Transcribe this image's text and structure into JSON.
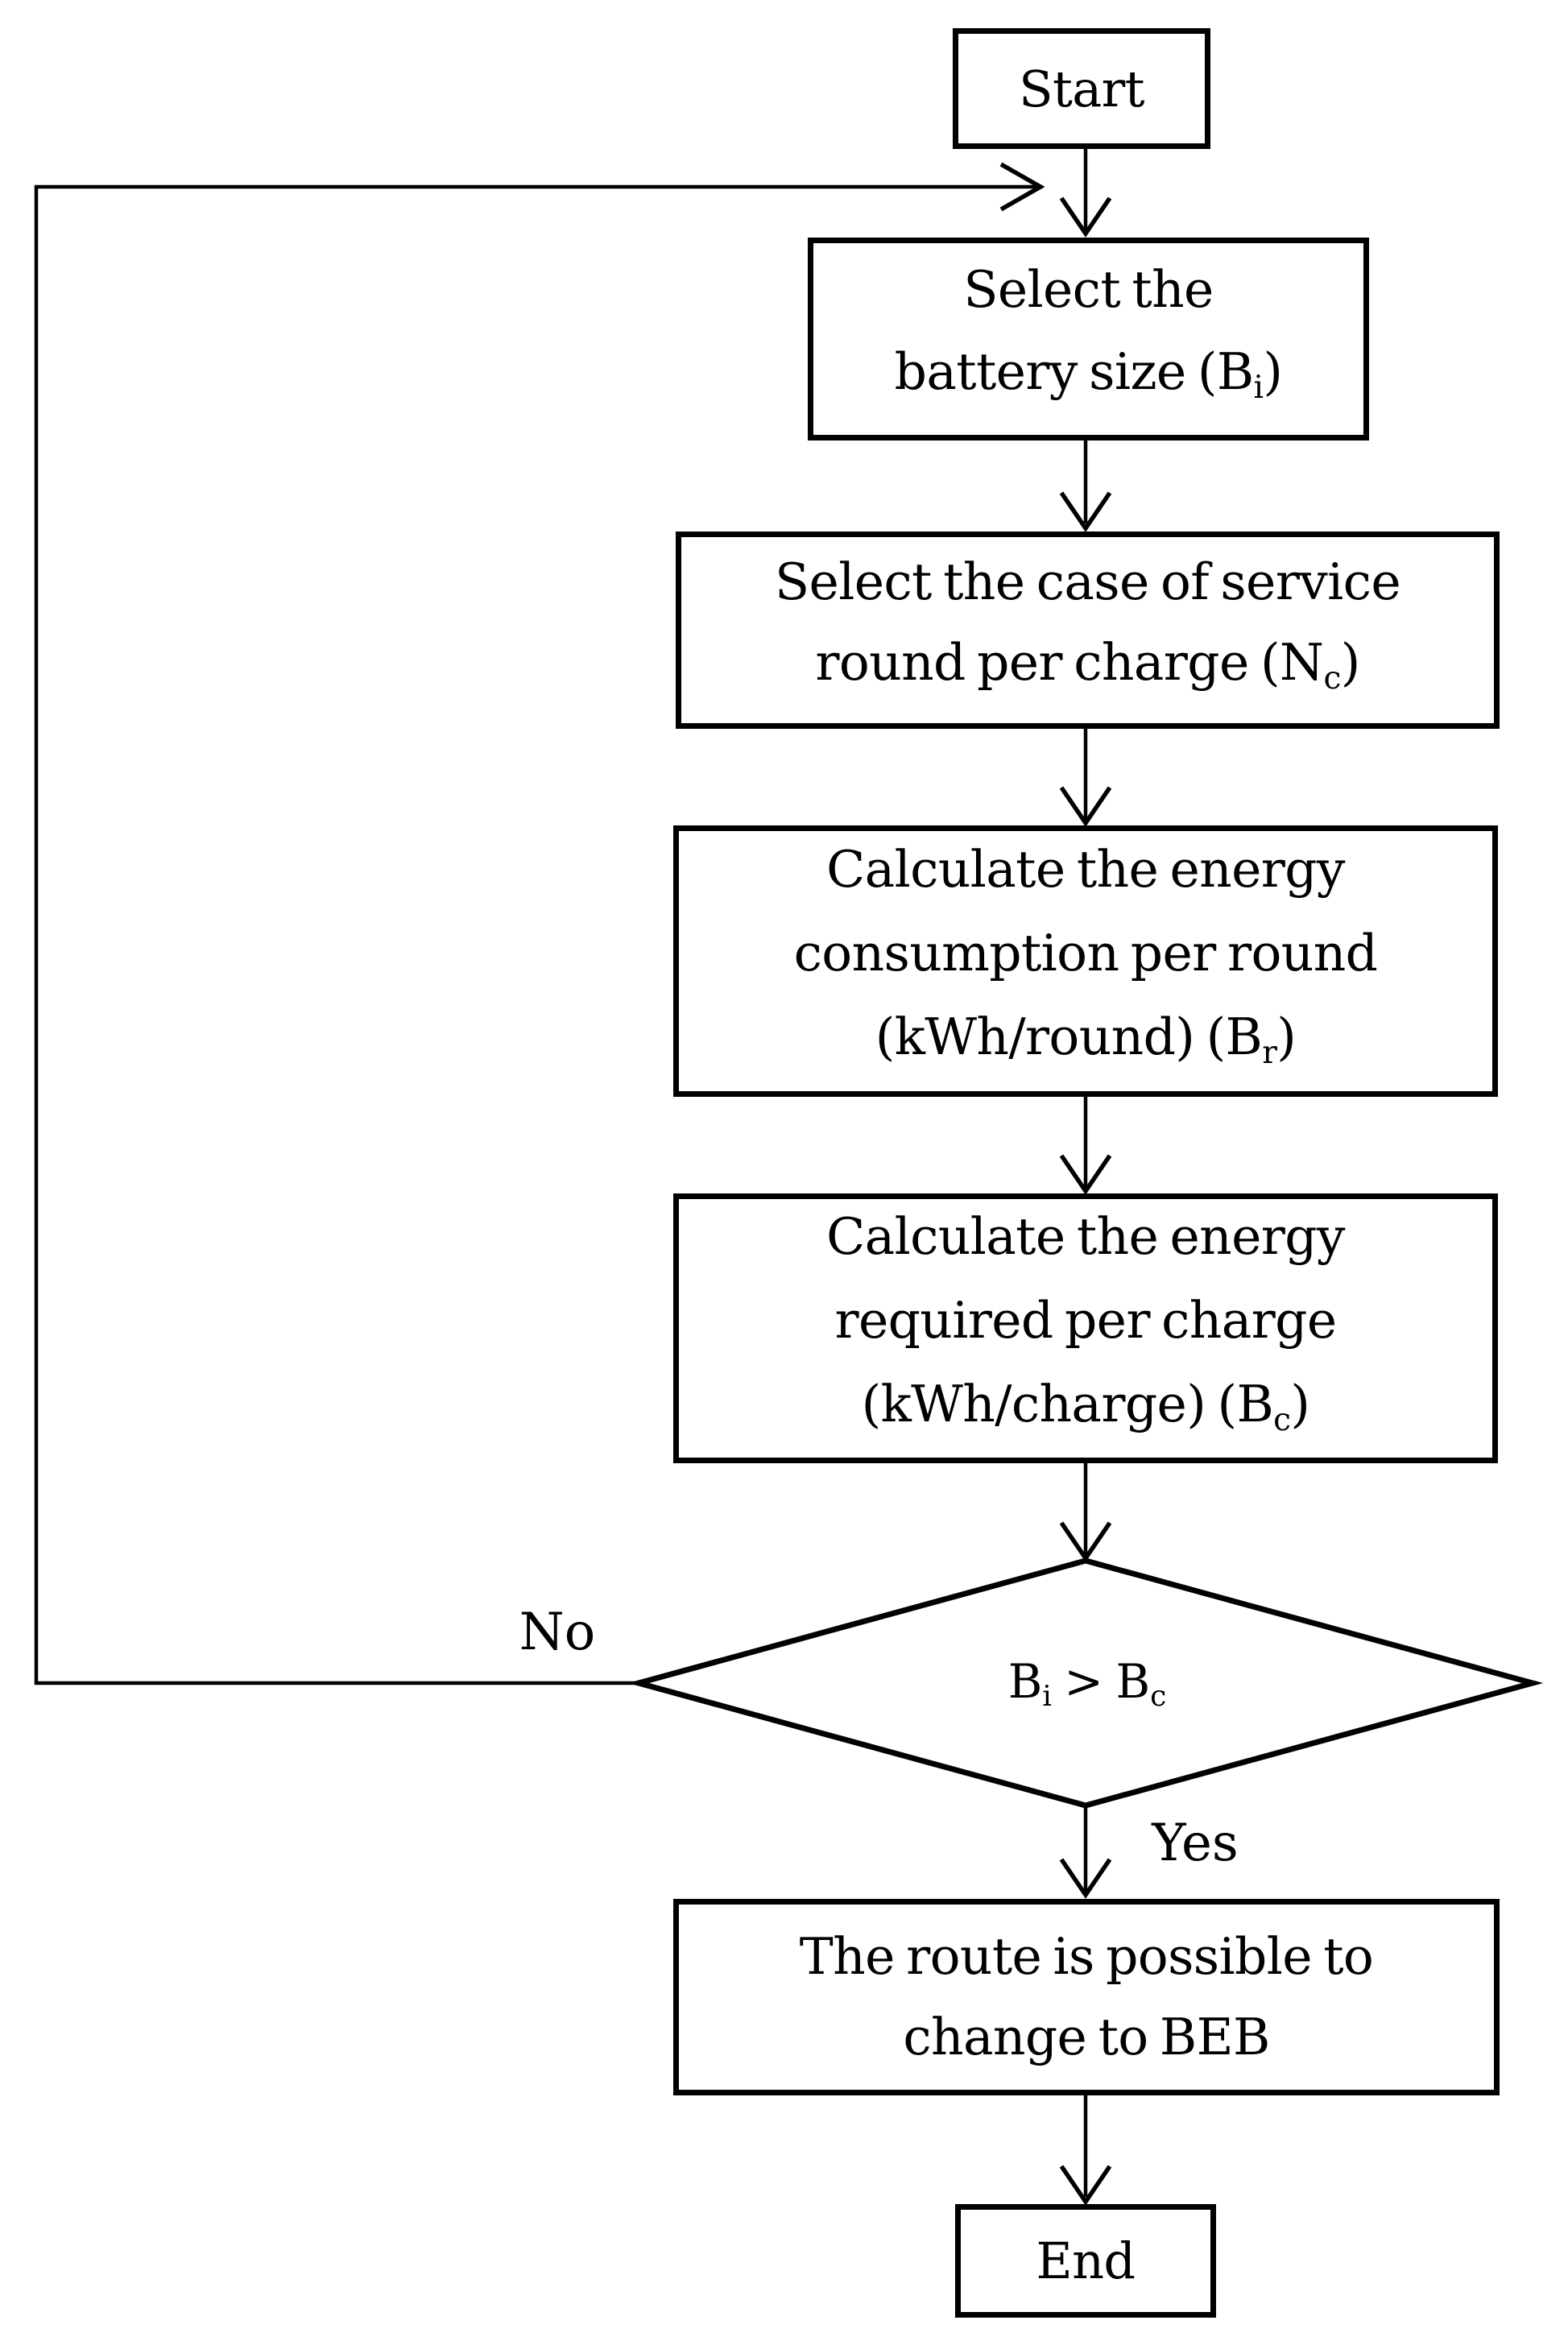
{
  "colors": {
    "ink": "#000000",
    "paper": "#ffffff"
  },
  "nodes": {
    "start": {
      "label": "Start"
    },
    "select_battery": {
      "line1": "Select the",
      "line2_pre": "battery size (B",
      "line2_sub": "i",
      "line2_post": ")"
    },
    "select_service": {
      "line1": "Select the case of service",
      "line2_pre": "round per charge (N",
      "line2_sub": "c",
      "line2_post": ")"
    },
    "energy_per_round": {
      "line1": "Calculate the energy",
      "line2": "consumption per round",
      "line3_pre": "(kWh/round) (B",
      "line3_sub": "r",
      "line3_post": ")"
    },
    "energy_per_charge": {
      "line1": "Calculate the energy",
      "line2": "required per charge",
      "line3_pre": "(kWh/charge) (B",
      "line3_sub": "c",
      "line3_post": ")"
    },
    "decision": {
      "pre": "B",
      "sub1": "i",
      "op": " > B",
      "sub2": "c"
    },
    "route_possible": {
      "line1": "The route is possible to",
      "line2": "change to BEB"
    },
    "end": {
      "label": "End"
    }
  },
  "edges": {
    "no_label": "No",
    "yes_label": "Yes"
  }
}
